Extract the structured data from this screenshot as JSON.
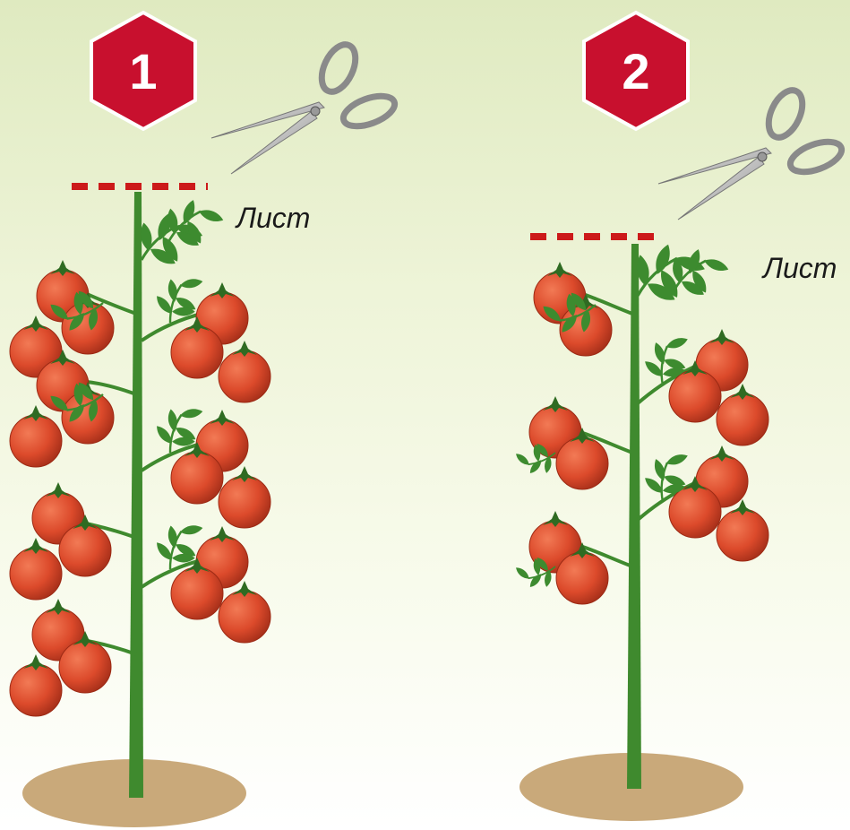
{
  "panels": [
    {
      "step_label": "1",
      "leaf_label": "Лист"
    },
    {
      "step_label": "2",
      "leaf_label": "Лист"
    }
  ],
  "colors": {
    "badge": "#c8102e",
    "stem": "#3f8a2e",
    "leaf": "#3d8b2f",
    "tomato": "#d9472b",
    "cut_line": "#cc1a1a",
    "soil": "#c9a97a"
  },
  "icons": [
    "hexagon-badge-icon",
    "scissors-icon",
    "tomato-icon",
    "leaf-icon",
    "soil-patch-icon"
  ]
}
